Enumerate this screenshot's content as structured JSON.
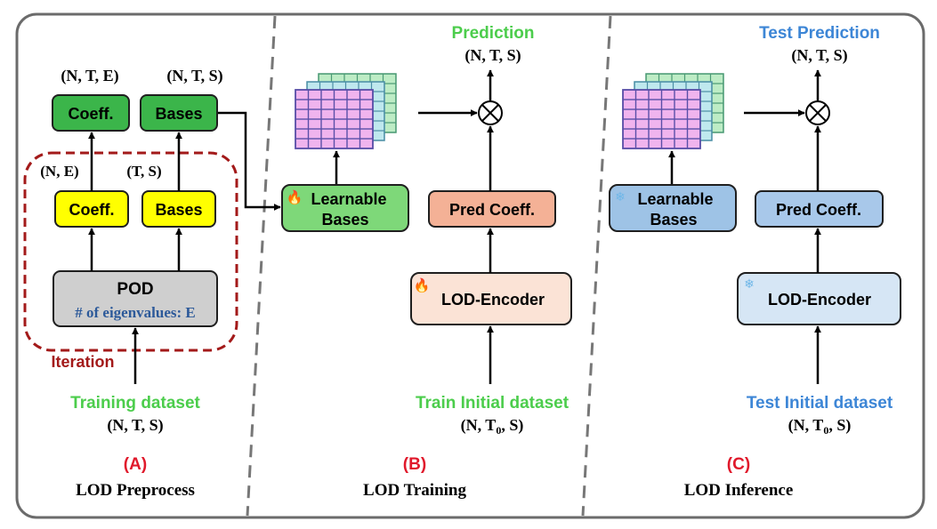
{
  "panel_a": {
    "shape_top_left": "(N, T, E)",
    "shape_top_right": "(N, T, S)",
    "coeff_top": "Coeff.",
    "bases_top": "Bases",
    "shape_mid_left": "(N, E)",
    "shape_mid_right": "(T, S)",
    "coeff_mid": "Coeff.",
    "bases_mid": "Bases",
    "pod_title": "POD",
    "pod_sub": "# of eigenvalues: E",
    "iteration": "Iteration",
    "input_label": "Training dataset",
    "input_shape": "(N, T, S)",
    "letter": "(A)",
    "caption": "LOD Preprocess"
  },
  "panel_b": {
    "output_label": "Prediction",
    "output_shape": "(N, T, S)",
    "learnable_line1": "Learnable",
    "learnable_line2": "Bases",
    "pred_coeff": "Pred Coeff.",
    "encoder": "LOD-Encoder",
    "input_label": "Train Initial dataset",
    "input_shape_pre": "(N, T",
    "input_shape_sub": "0",
    "input_shape_post": ", S)",
    "letter": "(B)",
    "caption": "LOD Training"
  },
  "panel_c": {
    "output_label": "Test Prediction",
    "output_shape": "(N, T, S)",
    "learnable_line1": "Learnable",
    "learnable_line2": "Bases",
    "pred_coeff": "Pred Coeff.",
    "encoder": "LOD-Encoder",
    "input_label": "Test Initial dataset",
    "input_shape_pre": "(N, T",
    "input_shape_sub": "0",
    "input_shape_post": ", S)",
    "letter": "(C)",
    "caption": "LOD Inference"
  },
  "icons": {
    "trainable": "fire-icon",
    "frozen": "snowflake-icon",
    "multiply": "circle-times-icon"
  },
  "colors": {
    "green_label": "#4ccd4c",
    "blue_label": "#3d86d6",
    "letter_red": "#e0192b",
    "iteration_red": "#a31a1a",
    "coeff_green": "#3bb54a",
    "bases_yellow": "#ffff00",
    "pod_gray": "#cfcfcf",
    "learnable_green": "#7ed879",
    "pred_orange": "#f4b196",
    "encoder_peach": "#fbe3d6",
    "learnable_blue": "#9ec3e6",
    "pred_blue": "#a8c8ea",
    "encoder_lightblue": "#d6e6f5"
  }
}
